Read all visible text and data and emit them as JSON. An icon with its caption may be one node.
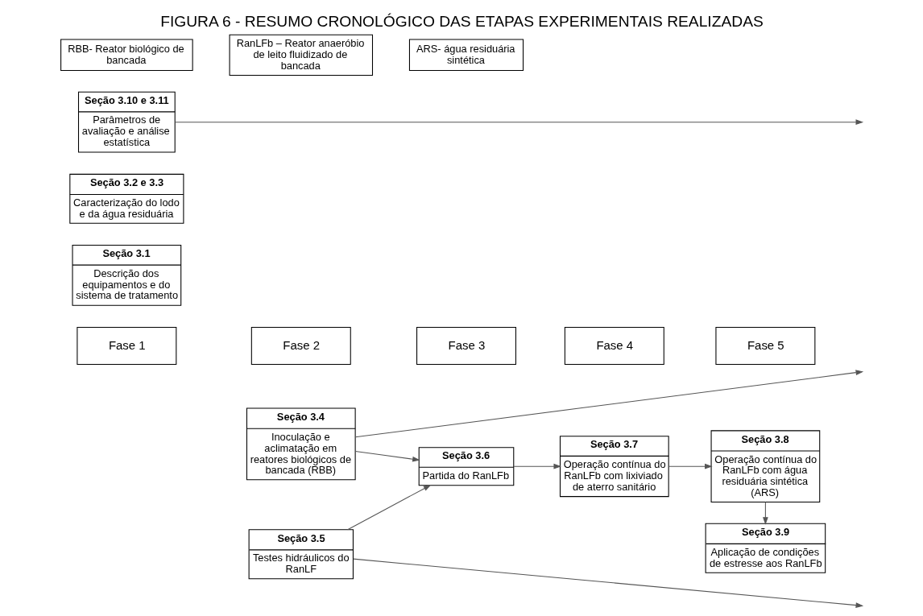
{
  "diagram": {
    "title": "FIGURA 6 - RESUMO CRONOLÓGICO DAS ETAPAS EXPERIMENTAIS REALIZADAS",
    "nodes": [
      {
        "text": [
          "Fase 1"
        ]
      },
      {
        "text": [
          "Fase 2"
        ]
      },
      {
        "text": [
          "Fase 3"
        ]
      },
      {
        "text": [
          "Fase 4"
        ]
      },
      {
        "text": [
          "Fase 5"
        ]
      },
      {
        "text": [
          "Seção 3.1",
          "Descrição dos equipamentos e do sistema de tratamento"
        ]
      },
      {
        "text": [
          "Seção 3.2 e 3.3",
          "Caracterização do lodo e da água residuária"
        ]
      },
      {
        "text": [
          "Seção 3.4",
          "Inoculação e aclimatação em reatores biológicos de bancada (RBB)"
        ]
      },
      {
        "text": [
          "Seção 3.5",
          "Testes hidráulicos do RanLF"
        ]
      },
      {
        "text": [
          "Seção 3.6",
          "Partida do RanLFb"
        ]
      },
      {
        "text": [
          "Seção 3.7",
          "Operação contínua do RanLFb com lixiviado de aterro sanitário"
        ]
      },
      {
        "text": [
          "Seção 3.8",
          "Operação contínua do RanLFb com água residuária sintética (ARS)"
        ]
      },
      {
        "text": [
          "Seção 3.9",
          "Aplicação de condições de estresse aos RanLFb"
        ]
      },
      {
        "text": [
          "Seção 3.10 e 3.11",
          "Parâmetros de avaliação e análise estatística"
        ]
      },
      {
        "text": [
          "RBB- Reator biológico de bancada"
        ]
      },
      {
        "text": [
          "RanLFb – Reator anaeróbio de leito fluidizado de bancada"
        ]
      },
      {
        "text": [
          "ARS- água residuária sintética"
        ]
      }
    ],
    "edges": [
      {
        "from": 7,
        "to": null,
        "arrow": "to"
      },
      {
        "from": 7,
        "to": 9,
        "arrow": "to"
      },
      {
        "from": 8,
        "to": 9,
        "arrow": "to"
      },
      {
        "from": 8,
        "to": null,
        "arrow": "to"
      },
      {
        "from": 9,
        "to": 10,
        "arrow": "to"
      },
      {
        "from": 10,
        "to": 11,
        "arrow": "to"
      },
      {
        "from": 11,
        "to": 12,
        "arrow": "to"
      },
      {
        "from": 13,
        "to": null,
        "arrow": "to"
      }
    ]
  }
}
